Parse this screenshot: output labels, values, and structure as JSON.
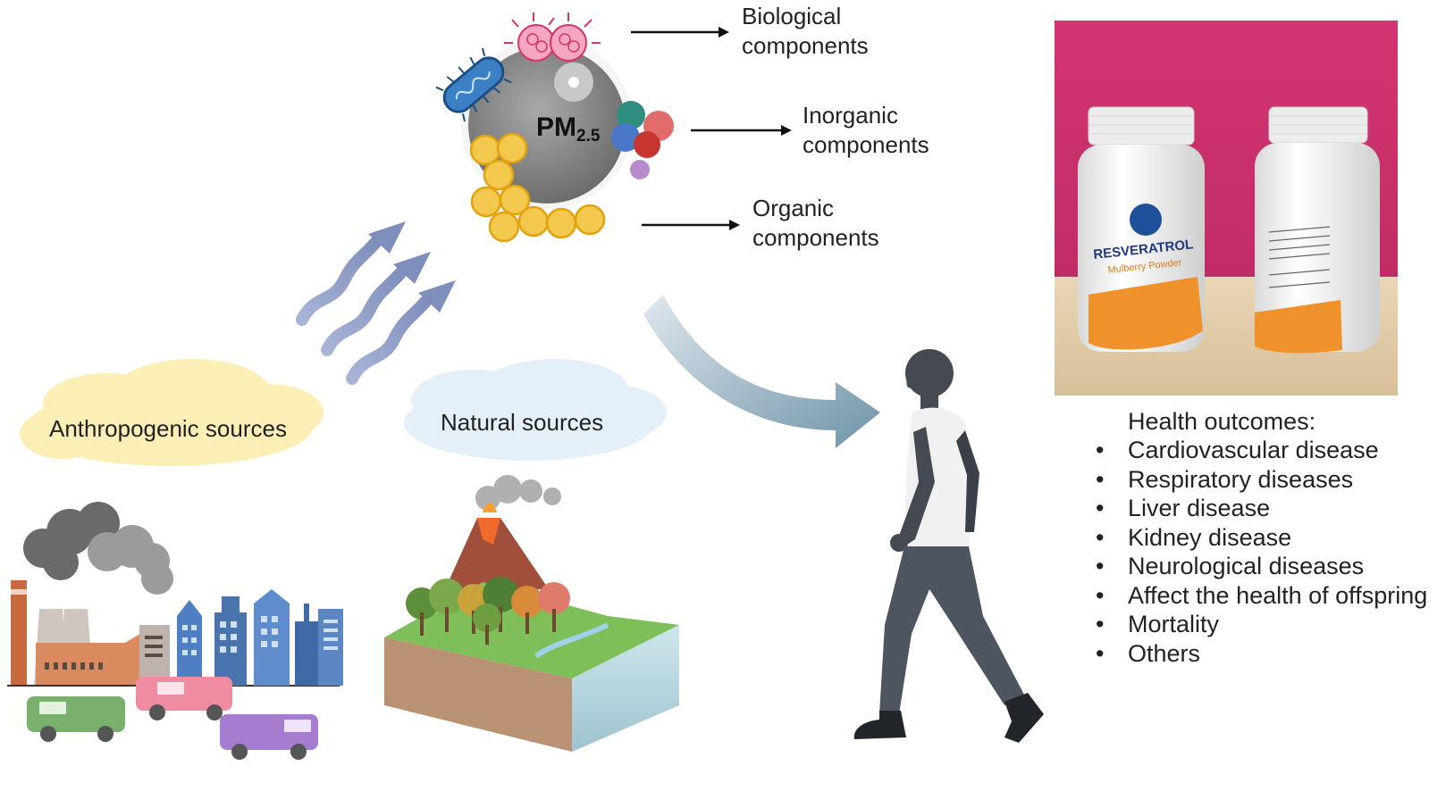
{
  "pm": {
    "main": "PM",
    "sub": "2.5"
  },
  "components": {
    "biological": [
      "Biological",
      "components"
    ],
    "inorganic": [
      "Inorganic",
      "components"
    ],
    "organic": [
      "Organic",
      "components"
    ]
  },
  "sources": {
    "anthropogenic": "Anthropogenic sources",
    "natural": "Natural sources"
  },
  "product": {
    "brand": "RESVERATROL",
    "subtitle": "Mulberry Powder"
  },
  "health": {
    "title": "Health outcomes:",
    "items": [
      "Cardiovascular disease",
      "Respiratory diseases",
      "Liver disease",
      "Kidney disease",
      "Neurological diseases",
      "Affect the health of offspring",
      "Mortality",
      "Others"
    ]
  },
  "colors": {
    "pm_particle": "#8f8f8f",
    "organic_particles": "#f2c94c",
    "arrow_flow": "#8e9cc4",
    "anthro_cloud": "#fbefb5",
    "natural_cloud": "#e3f0fa",
    "bottle_bg": "#d2336f"
  }
}
